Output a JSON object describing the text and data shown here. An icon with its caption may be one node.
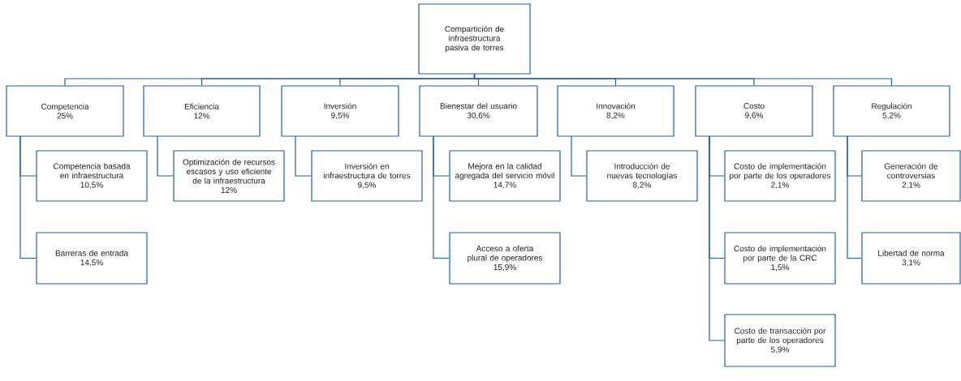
{
  "diagram": {
    "nodes": [
      {
        "text": [
          "Compartición de infraestructura pasiva de torres"
        ]
      },
      {
        "text": [
          "Competencia",
          "25%"
        ]
      },
      {
        "text": [
          "Eficiencia",
          "12%"
        ]
      },
      {
        "text": [
          "Inversión",
          "9,5%"
        ]
      },
      {
        "text": [
          "Bienestar  del usuario",
          "30,6%"
        ]
      },
      {
        "text": [
          "Innovación",
          "8,2%"
        ]
      },
      {
        "text": [
          "Costo",
          "9,6%"
        ]
      },
      {
        "text": [
          "Regulación",
          "5,2%"
        ]
      },
      {
        "text": [
          "Competencia basada en infraestructura",
          "10,5%"
        ]
      },
      {
        "text": [
          "Barreras de entrada",
          "14,5%"
        ]
      },
      {
        "text": [
          "Optimización de recursos escasos y uso eficiente de la infraestructura",
          "12%"
        ]
      },
      {
        "text": [
          "Inversión en infraestructura de torres",
          "9,5%"
        ]
      },
      {
        "text": [
          "Mejora en la calidad agregada del servicio móvil",
          "14,7%"
        ]
      },
      {
        "text": [
          "Acceso a oferta plural de operadores",
          "15,9%"
        ]
      },
      {
        "text": [
          "Introducción de nuevas tecnologías",
          "8,2%"
        ]
      },
      {
        "text": [
          "Costo de implementación por parte de los operadores",
          "2,1%"
        ]
      },
      {
        "text": [
          "Costo de implementación por parte de la CRC",
          "1,5%"
        ]
      },
      {
        "text": [
          "Costo de transacción por parte de los operadores",
          "5,9%"
        ]
      },
      {
        "text": [
          "Generación de controversias",
          "2,1%"
        ]
      },
      {
        "text": [
          "Libertad de norma",
          "3,1%"
        ]
      }
    ],
    "edges": [
      {
        "from": 0,
        "to": 1,
        "arrow": "none"
      },
      {
        "from": 0,
        "to": 2,
        "arrow": "none"
      },
      {
        "from": 0,
        "to": 3,
        "arrow": "none"
      },
      {
        "from": 0,
        "to": 4,
        "arrow": "none"
      },
      {
        "from": 0,
        "to": 5,
        "arrow": "none"
      },
      {
        "from": 0,
        "to": 6,
        "arrow": "none"
      },
      {
        "from": 0,
        "to": 7,
        "arrow": "none"
      },
      {
        "from": 1,
        "to": 8,
        "arrow": "none"
      },
      {
        "from": 1,
        "to": 9,
        "arrow": "none"
      },
      {
        "from": 2,
        "to": 10,
        "arrow": "none"
      },
      {
        "from": 3,
        "to": 11,
        "arrow": "none"
      },
      {
        "from": 4,
        "to": 12,
        "arrow": "none"
      },
      {
        "from": 4,
        "to": 13,
        "arrow": "none"
      },
      {
        "from": 5,
        "to": 14,
        "arrow": "none"
      },
      {
        "from": 6,
        "to": 15,
        "arrow": "none"
      },
      {
        "from": 6,
        "to": 16,
        "arrow": "none"
      },
      {
        "from": 6,
        "to": 17,
        "arrow": "none"
      },
      {
        "from": 7,
        "to": 18,
        "arrow": "none"
      },
      {
        "from": 7,
        "to": 19,
        "arrow": "none"
      }
    ]
  }
}
